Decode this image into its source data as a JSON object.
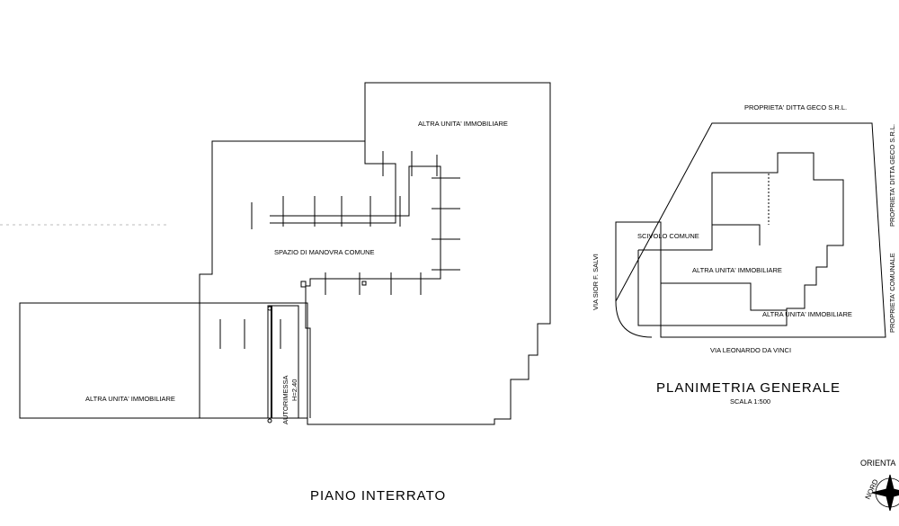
{
  "piano_interrato": {
    "title": "PIANO INTERRATO",
    "label_top_right": "ALTRA UNITA' IMMOBILIARE",
    "label_center": "SPAZIO DI MANOVRA COMUNE",
    "label_left": "ALTRA UNITA' IMMOBILIARE",
    "autorimessa_name": "AUTORIMESSA",
    "autorimessa_height": "H=2.40"
  },
  "planimetria": {
    "title": "PLANIMETRIA GENERALE",
    "scale": "SCALA 1:500",
    "north_owner": "PROPRIETA' DITTA GECO S.R.L.",
    "east_owner": "PROPRIETA' DITTA GECO S.R.L.",
    "east_owner_2": "PROPRIETA' COMUNALE",
    "street_west": "VIA SIOR F. SALVI",
    "street_south": "VIA LEONARDO DA VINCI",
    "scivolo": "SCIVOLO COMUNE",
    "unit_upper": "ALTRA UNITA' IMMOBILIARE",
    "unit_lower": "ALTRA UNITA' IMMOBILIARE"
  },
  "compass": {
    "label": "ORIENTA",
    "north": "NORD"
  }
}
